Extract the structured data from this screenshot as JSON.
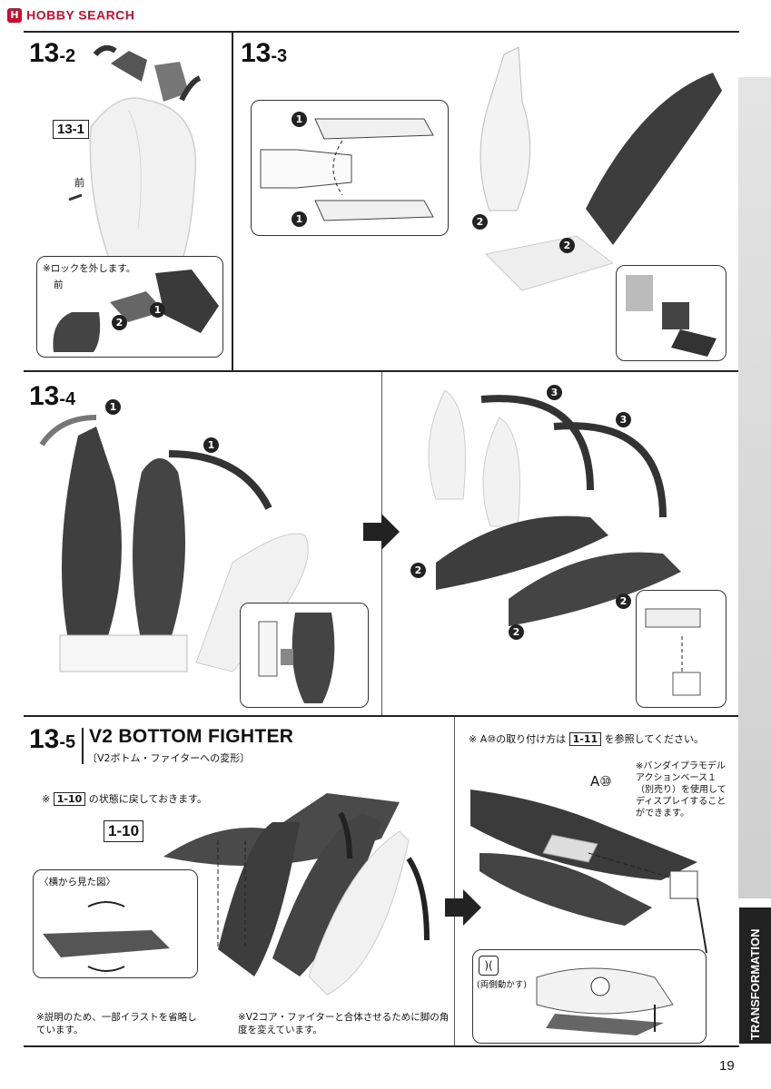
{
  "header": {
    "logo_text": "HOBBY SEARCH"
  },
  "steps": {
    "s13_2": {
      "major": "13",
      "minor": "-2"
    },
    "s13_3": {
      "major": "13",
      "minor": "-3"
    },
    "s13_4": {
      "major": "13",
      "minor": "-4"
    },
    "s13_5": {
      "major": "13",
      "minor": "-5"
    }
  },
  "panel_13_2": {
    "ref_box": "13-1",
    "front_label": "前",
    "inset_note": "※ロックを外します。",
    "inset_front": "前",
    "marker1": "1",
    "marker2": "2"
  },
  "panel_13_3": {
    "marker1": "1",
    "marker2": "2"
  },
  "panel_13_4": {
    "marker1": "1",
    "marker2": "2",
    "marker3": "3"
  },
  "panel_13_5": {
    "title": "V2 BOTTOM FIGHTER",
    "subtitle": "〔V2ボトム・ファイターへの変形〕",
    "ref_note_prefix": "※",
    "ref_box": "1-10",
    "ref_note_suffix": "の状態に戻しておきます。",
    "callout_box": "1-10",
    "side_view_label": "〈横から見た図〉",
    "omit_note": "※説明のため、一部イラストを省略しています。",
    "angle_note": "※V2コア・ファイターと合体させるために脚の角度を変えています。",
    "attach_note_prefix": "※ A⑩の取り付け方は",
    "attach_ref": "1-11",
    "attach_note_suffix": "を参照してください。",
    "part_label": "A⑩",
    "base_note": "※バンダイプラモデルアクションベース１（別売り）を使用してディスプレイすることができます。",
    "move_icon_label": "(両側動かす)"
  },
  "side_tab": {
    "label": "TRANSFORMATION"
  },
  "footer": {
    "page_number": "19"
  }
}
